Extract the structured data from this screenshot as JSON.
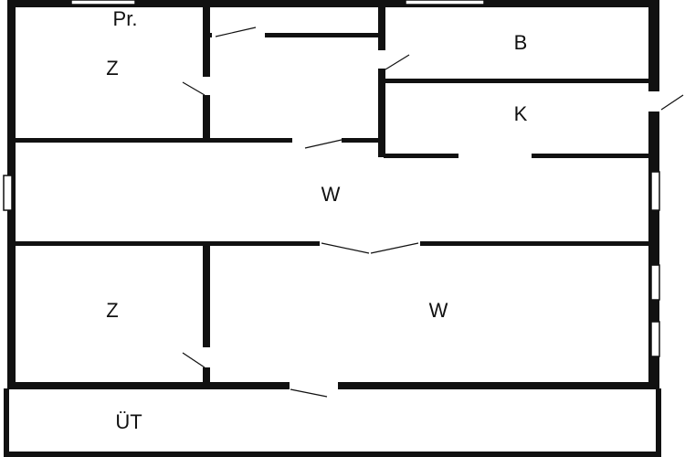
{
  "plan": {
    "rooms": [
      {
        "id": "pantry",
        "label": "Pr."
      },
      {
        "id": "room-top-left",
        "label": "Z"
      },
      {
        "id": "bathroom",
        "label": "B"
      },
      {
        "id": "kitchen",
        "label": "K"
      },
      {
        "id": "hall",
        "label": "W"
      },
      {
        "id": "room-bottom-left",
        "label": "Z"
      },
      {
        "id": "living-room",
        "label": "W"
      },
      {
        "id": "terrace",
        "label": "ÜT"
      }
    ],
    "colors": {
      "wall": "#111111",
      "background": "#ffffff"
    }
  }
}
